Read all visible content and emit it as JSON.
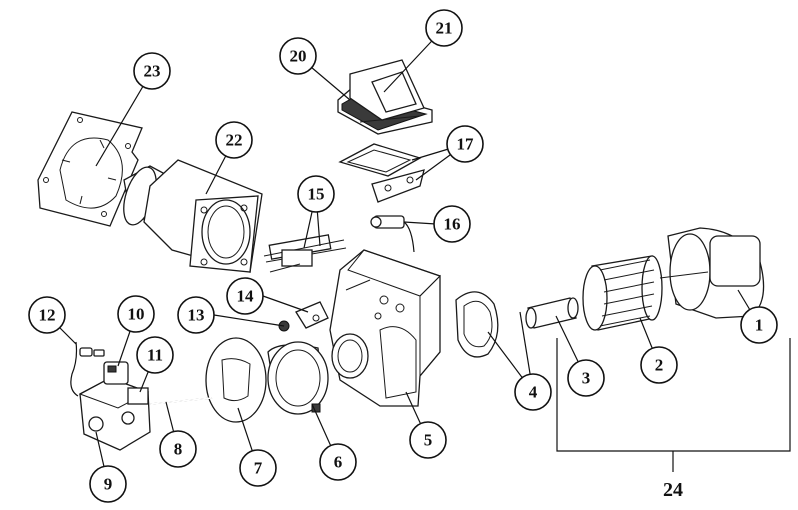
{
  "callouts": [
    {
      "id": "1",
      "label": "1"
    },
    {
      "id": "2",
      "label": "2"
    },
    {
      "id": "3",
      "label": "3"
    },
    {
      "id": "4",
      "label": "4"
    },
    {
      "id": "5",
      "label": "5"
    },
    {
      "id": "6",
      "label": "6"
    },
    {
      "id": "7",
      "label": "7"
    },
    {
      "id": "8",
      "label": "8"
    },
    {
      "id": "9",
      "label": "9"
    },
    {
      "id": "10",
      "label": "10"
    },
    {
      "id": "11",
      "label": "11"
    },
    {
      "id": "12",
      "label": "12"
    },
    {
      "id": "13",
      "label": "13"
    },
    {
      "id": "14",
      "label": "14"
    },
    {
      "id": "15",
      "label": "15"
    },
    {
      "id": "16",
      "label": "16"
    },
    {
      "id": "17",
      "label": "17"
    },
    {
      "id": "20",
      "label": "20"
    },
    {
      "id": "21",
      "label": "21"
    },
    {
      "id": "22",
      "label": "22"
    },
    {
      "id": "23",
      "label": "23"
    }
  ],
  "assembly_label": "24"
}
